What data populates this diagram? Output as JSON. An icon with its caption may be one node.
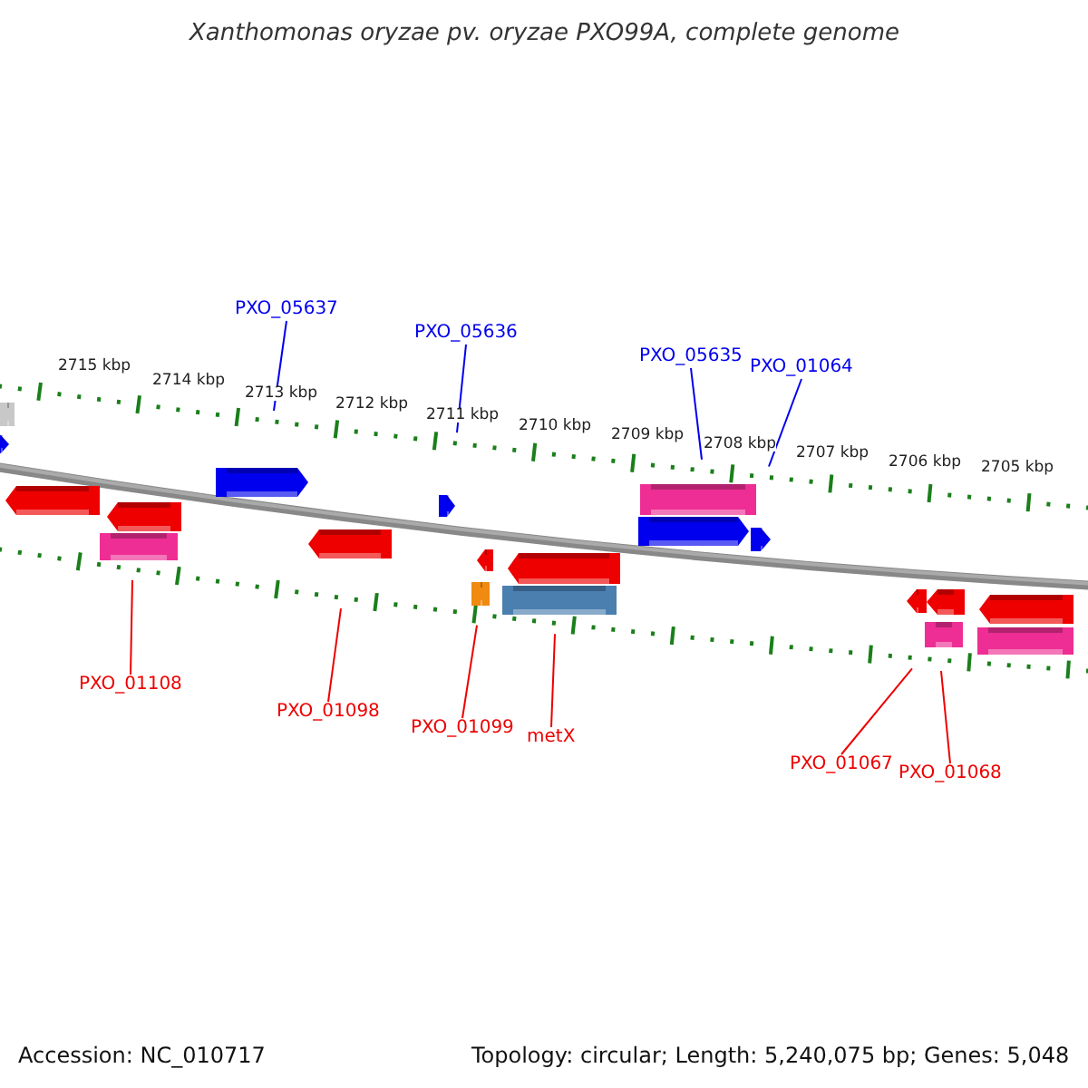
{
  "diagram": {
    "title": "Xanthomonas oryzae pv. oryzae PXO99A, complete genome",
    "nodes": [
      {
        "text": [
          "PXO_05637"
        ]
      },
      {
        "text": [
          "PXO_05636"
        ]
      },
      {
        "text": [
          "PXO_05635"
        ]
      },
      {
        "text": [
          "PXO_01064"
        ]
      },
      {
        "text": [
          "PXO_01108"
        ]
      },
      {
        "text": [
          "PXO_01098"
        ]
      },
      {
        "text": [
          "PXO_01099"
        ]
      },
      {
        "text": [
          "metX"
        ]
      },
      {
        "text": [
          "PXO_01067"
        ]
      },
      {
        "text": [
          "PXO_01068"
        ]
      },
      {
        "text": [],
        "shape": "bar"
      },
      {
        "text": [],
        "shape": "bar"
      }
    ],
    "edges": [
      {
        "from": 0,
        "to": 10,
        "arrow": "none",
        "color": "#0000ee"
      },
      {
        "from": 1,
        "to": 10,
        "arrow": "none",
        "color": "#0000ee"
      },
      {
        "from": 2,
        "to": 10,
        "arrow": "none",
        "color": "#0000ee"
      },
      {
        "from": 3,
        "to": 10,
        "arrow": "none",
        "color": "#0000ee"
      },
      {
        "from": 4,
        "to": 11,
        "arrow": "none",
        "color": "#ee0000"
      },
      {
        "from": 5,
        "to": 11,
        "arrow": "none",
        "color": "#ee0000"
      },
      {
        "from": 6,
        "to": 11,
        "arrow": "none",
        "color": "#ee0000"
      },
      {
        "from": 7,
        "to": 11,
        "arrow": "none",
        "color": "#ee0000"
      },
      {
        "from": 8,
        "to": 11,
        "arrow": "none",
        "color": "#ee0000"
      },
      {
        "from": 9,
        "to": 11,
        "arrow": "none",
        "color": "#ee0000"
      }
    ],
    "labels": [
      "2715 kbp",
      "2714 kbp",
      "2713 kbp",
      "2712 kbp",
      "2711 kbp",
      "2710 kbp",
      "2709 kbp",
      "2708 kbp",
      "2707 kbp",
      "2706 kbp",
      "2705 kbp",
      "Accession: NC_010717",
      "Topology: circular; Length: 5,240,075 bp; Genes: 5,048"
    ]
  }
}
